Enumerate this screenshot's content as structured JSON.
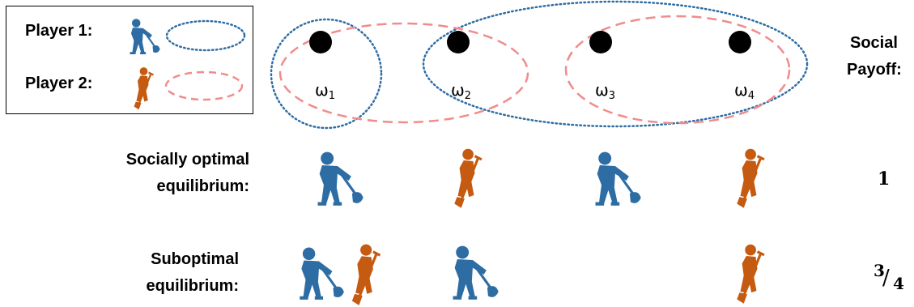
{
  "legend": {
    "player1_label": "Player 1:",
    "player2_label": "Player 2:",
    "player1_color": "#2e6da4",
    "player2_color": "#c55a11",
    "player1_outline": "dotted-blue",
    "player2_outline": "dashed-red"
  },
  "states": [
    {
      "symbol": "ω",
      "index": "1"
    },
    {
      "symbol": "ω",
      "index": "2"
    },
    {
      "symbol": "ω",
      "index": "3"
    },
    {
      "symbol": "ω",
      "index": "4"
    }
  ],
  "payoff_header": {
    "line1": "Social",
    "line2": "Payoff:"
  },
  "rows": [
    {
      "label_line1": "Socially optimal",
      "label_line2": "equilibrium:",
      "payoff": "1",
      "diggers": [
        [
          "player1"
        ],
        [
          "player2"
        ],
        [
          "player1"
        ],
        [
          "player2"
        ]
      ]
    },
    {
      "label_line1": "Suboptimal",
      "label_line2": "equilibrium:",
      "payoff_num": "3",
      "payoff_den": "4",
      "diggers": [
        [
          "player1",
          "player2"
        ],
        [
          "player1"
        ],
        [],
        [
          "player2"
        ]
      ]
    }
  ],
  "icons": {
    "player1": "digger-blue-icon",
    "player2": "digger-orange-icon"
  }
}
